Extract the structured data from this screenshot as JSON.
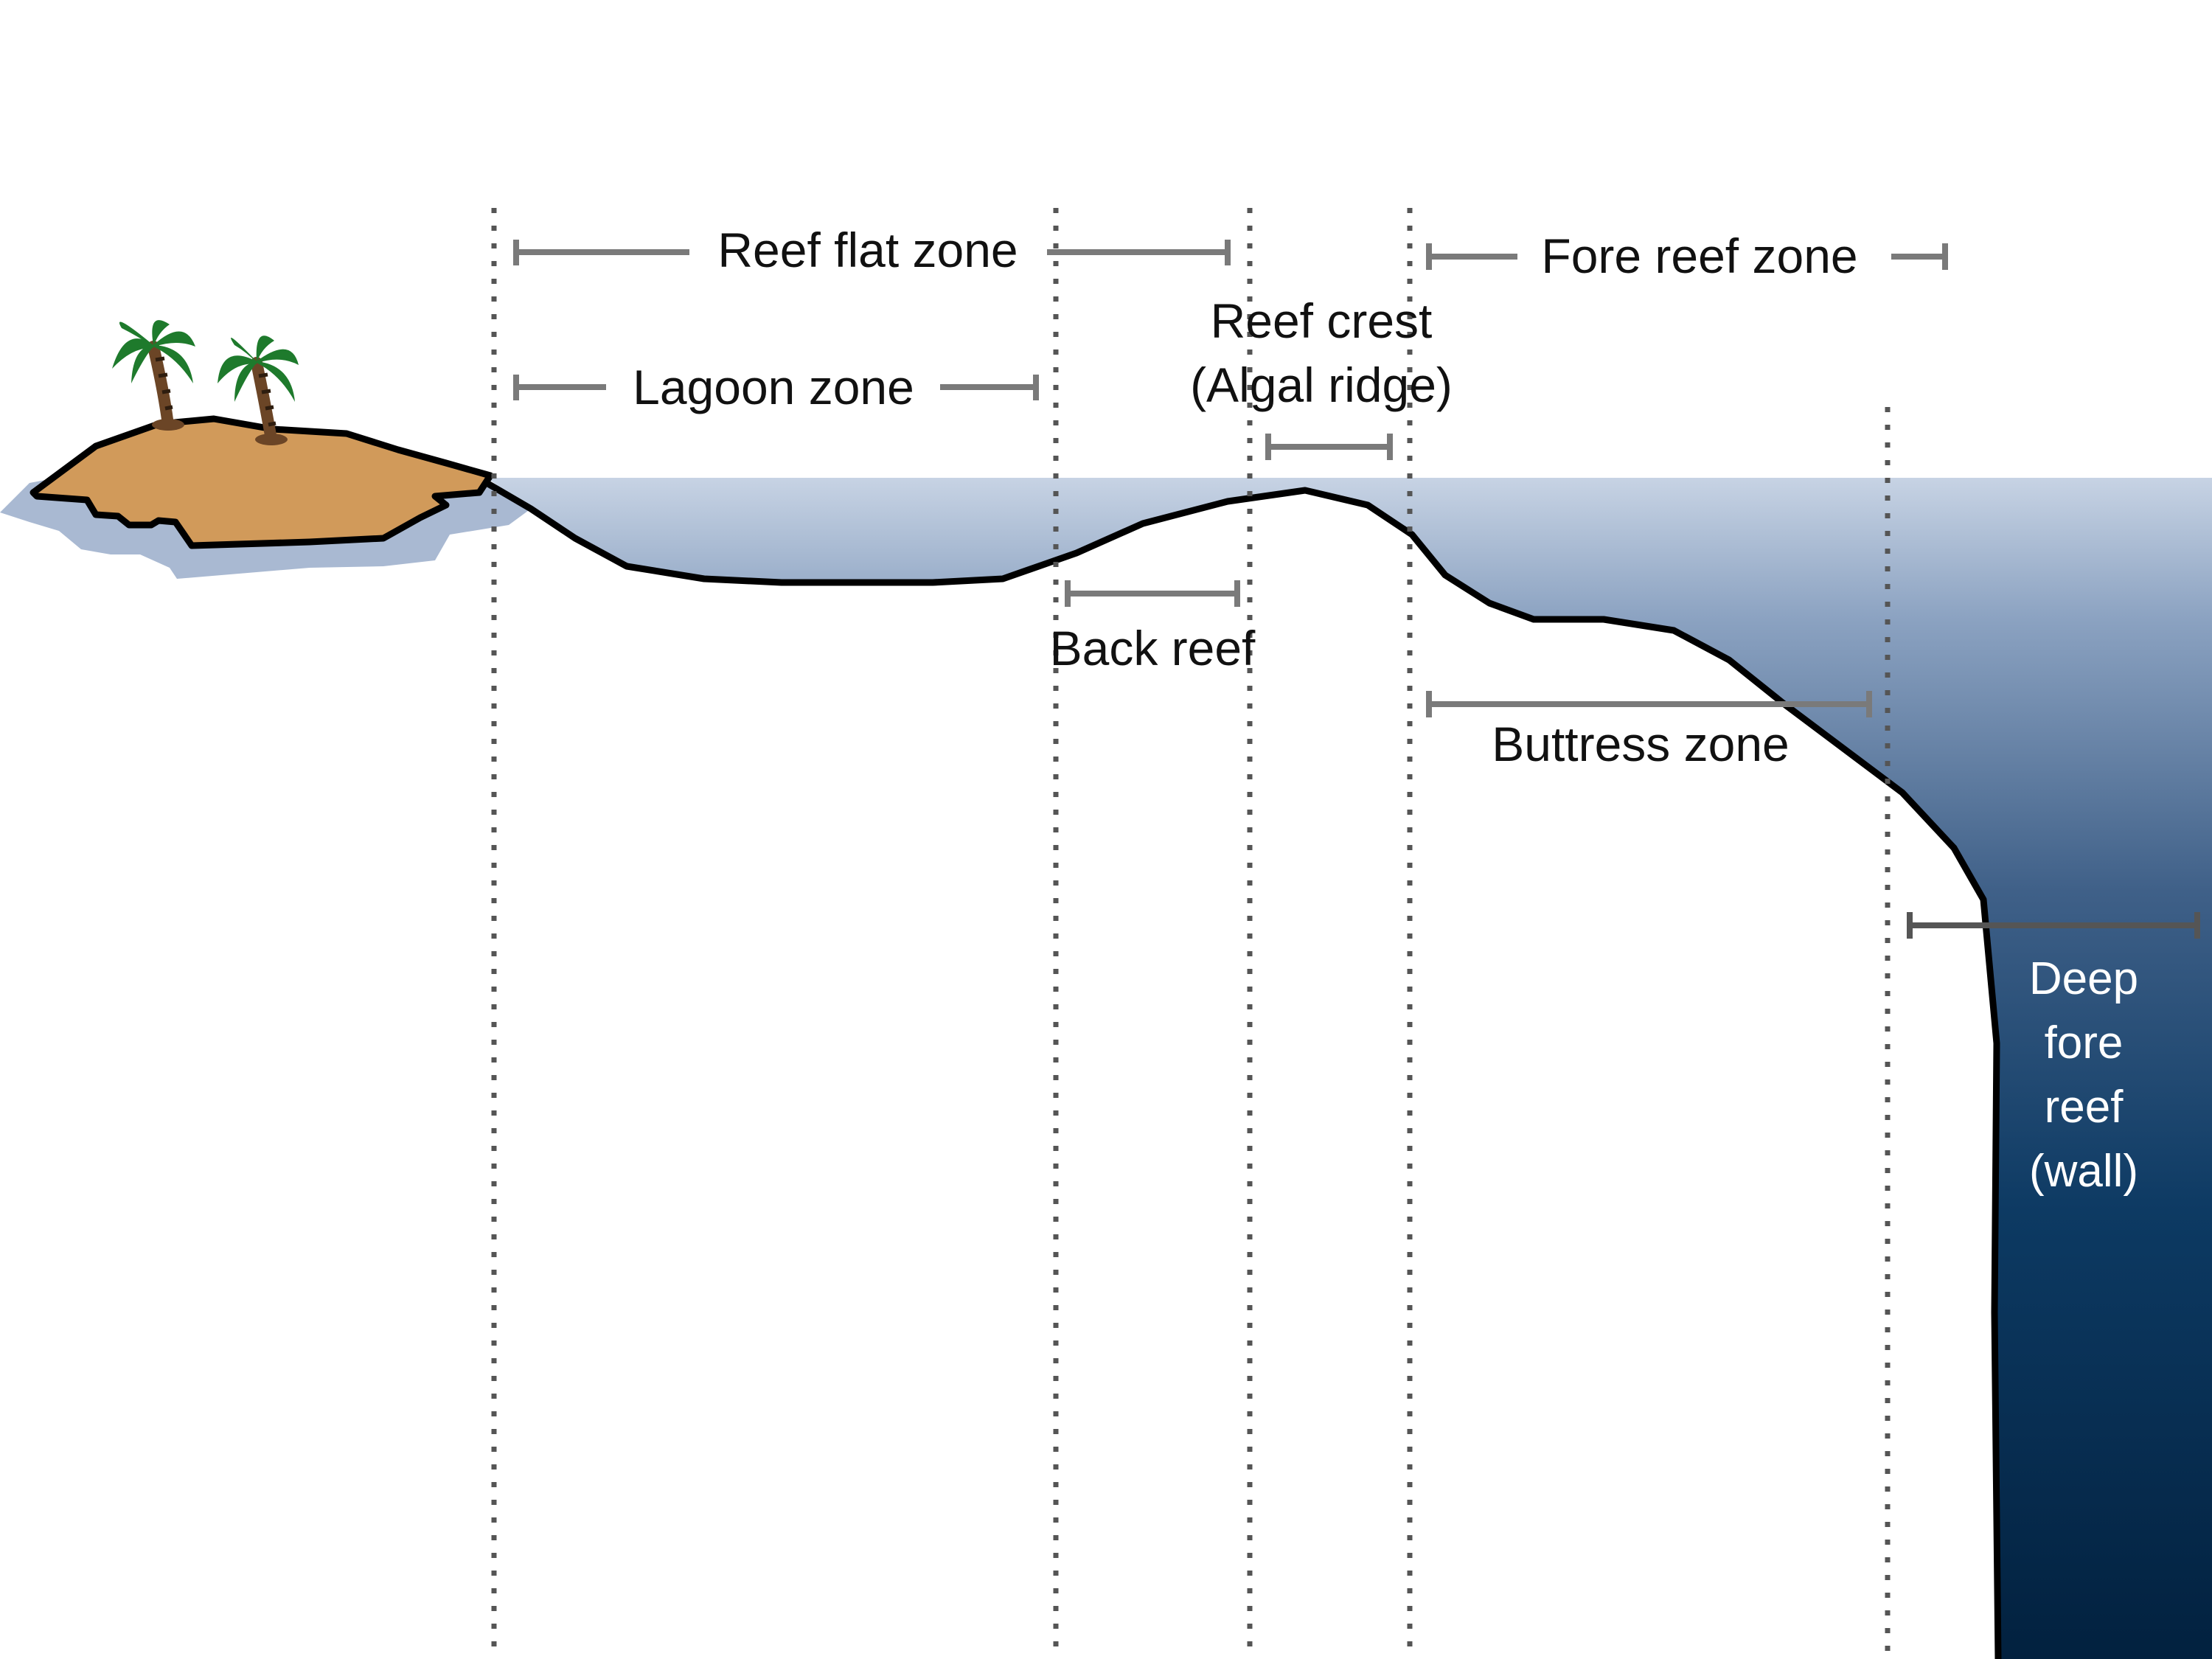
{
  "zones": {
    "reef_flat": "Reef flat zone",
    "lagoon": "Lagoon zone",
    "reef_crest_line1": "Reef crest",
    "reef_crest_line2": "(Algal ridge)",
    "fore_reef": "Fore reef zone",
    "back_reef": "Back reef",
    "buttress": "Buttress zone",
    "deep_fore_reef": [
      "Deep",
      "fore",
      "reef",
      "(wall)"
    ]
  },
  "colors": {
    "water_surface": "#c7d3e4",
    "water_deep": "#02213f",
    "island_sand": "#d19a5a",
    "island_shallows": "#a9b9d2",
    "palm_leaves": "#1e7a2c",
    "palm_trunk": "#6b4526",
    "reef_outline": "#000000",
    "bracket": "#7a7a7a",
    "divider": "#555555"
  },
  "icons": [
    "palm-tree-icon",
    "island-icon"
  ]
}
